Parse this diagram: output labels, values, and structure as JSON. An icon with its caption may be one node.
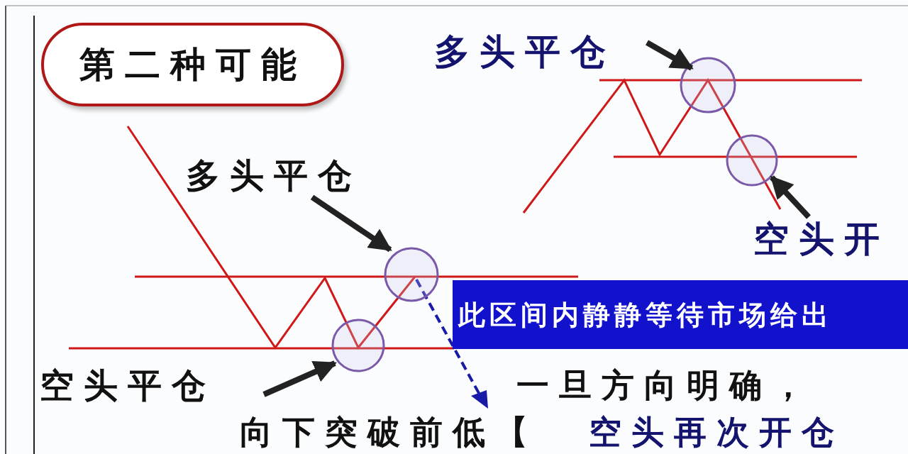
{
  "diagram": {
    "nodes": [
      {
        "text": [
          "第二种可能"
        ]
      },
      {
        "text": [
          "多头平仓"
        ]
      },
      {
        "text": [],
        "shape": "circle"
      },
      {
        "text": [],
        "shape": "circle"
      },
      {
        "text": [
          "空头开"
        ]
      },
      {
        "text": [
          "多头平仓"
        ]
      },
      {
        "text": [],
        "shape": "circle"
      },
      {
        "text": [
          "此区间内静静等待市场给出"
        ]
      },
      {
        "text": [],
        "shape": "circle"
      },
      {
        "text": [
          "空头平仓"
        ]
      }
    ],
    "edges": [
      {
        "from": 1,
        "to": 2,
        "arrow": "to"
      },
      {
        "from": 4,
        "to": 3,
        "arrow": "to"
      },
      {
        "from": 5,
        "to": 6,
        "arrow": "to"
      },
      {
        "from": 9,
        "to": 8,
        "arrow": "to"
      }
    ],
    "labels": [
      "一旦方向明确，",
      "向下突破前低【",
      "空头再次开仓"
    ]
  }
}
